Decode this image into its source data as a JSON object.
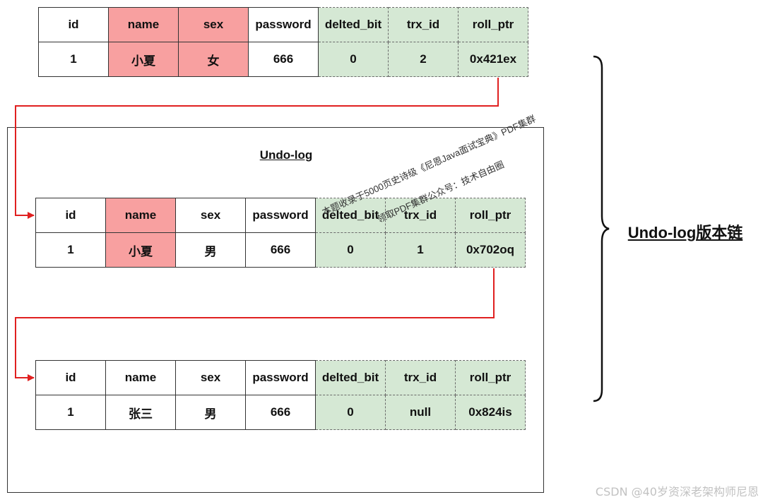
{
  "columns": [
    "id",
    "name",
    "sex",
    "password",
    "delted_bit",
    "trx_id",
    "roll_ptr"
  ],
  "current_row": {
    "id": "1",
    "name": "小夏",
    "sex": "女",
    "password": "666",
    "delted_bit": "0",
    "trx_id": "2",
    "roll_ptr": "0x421ex"
  },
  "undo_log": {
    "title": "Undo-log",
    "rows": [
      {
        "id": "1",
        "name": "小夏",
        "sex": "男",
        "password": "666",
        "delted_bit": "0",
        "trx_id": "1",
        "roll_ptr": "0x702oq"
      },
      {
        "id": "1",
        "name": "张三",
        "sex": "男",
        "password": "666",
        "delted_bit": "0",
        "trx_id": "null",
        "roll_ptr": "0x824is"
      }
    ]
  },
  "chain_label": "Undo-log版本链",
  "watermark": {
    "line1": "本题收录于5000页史诗级《尼恩Java面试宝典》PDF集群",
    "line2": "领取PDF集群公众号：技术自由圈"
  },
  "credit": "CSDN @40岁资深老架构师尼恩",
  "colors": {
    "highlight_red": "#f8a0a0",
    "hidden_green": "#d5e8d4",
    "arrow_red": "#e02020"
  }
}
